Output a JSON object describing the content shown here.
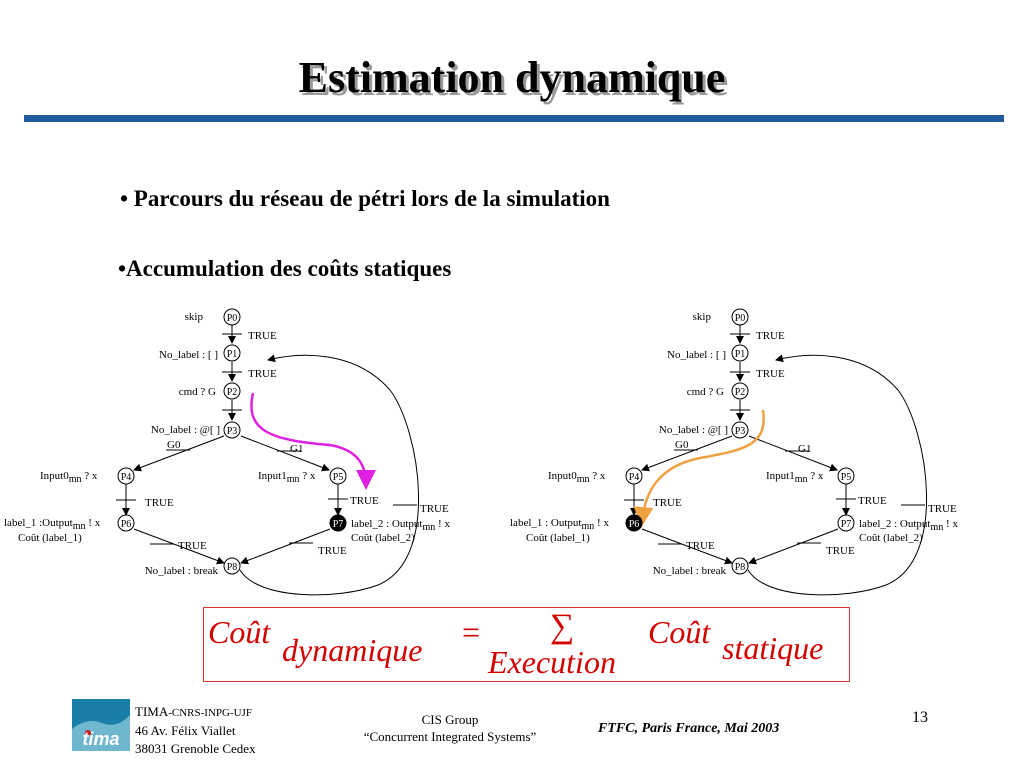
{
  "title": "Estimation dynamique",
  "bullets": [
    "• Parcours du réseau de pétri lors de la simulation",
    "•Accumulation des coûts statiques"
  ],
  "diagram": {
    "places": [
      "P0",
      "P1",
      "P2",
      "P3",
      "P4",
      "P5",
      "P6",
      "P7",
      "P8"
    ],
    "labels": {
      "skip": "skip",
      "no_label_empty": "No_label : [ ]",
      "cmd": "cmd ? G",
      "no_label_at": "No_label : @[ ]",
      "input0": "Input0",
      "input1": "Input1",
      "sub_mn": "mn",
      "qx": " ? x",
      "label1_a": "label_1 :Output",
      "label1_b": "label_1 : Output",
      "label2": "label_2 : Output",
      "ex": " ! x",
      "cout1": "Coût (label_1)",
      "cout2": "Coût (label_2)",
      "no_label_break": "No_label : break",
      "true": "TRUE",
      "g0": "G0",
      "g1": "G1"
    },
    "path_colors": {
      "left": "#e020e0",
      "right": "#f0a040"
    }
  },
  "formula": {
    "cout": "Coût",
    "dynamique": "dynamique",
    "equals": "=",
    "sigma": "∑",
    "execution": "Execution",
    "statique": "statique",
    "color": "#d40000"
  },
  "footer": {
    "org_tima": "TIMA",
    "org_rest": "-CNRS-INPG-UJF",
    "address1": "46 Av. Félix Viallet",
    "address2": "38031 Grenoble Cedex",
    "group1": "CIS Group",
    "group2": "“Concurrent Integrated Systems”",
    "conference": "FTFC, Paris France, Mai 2003",
    "page_number": "13"
  },
  "accent_color": "#1f5a9e"
}
